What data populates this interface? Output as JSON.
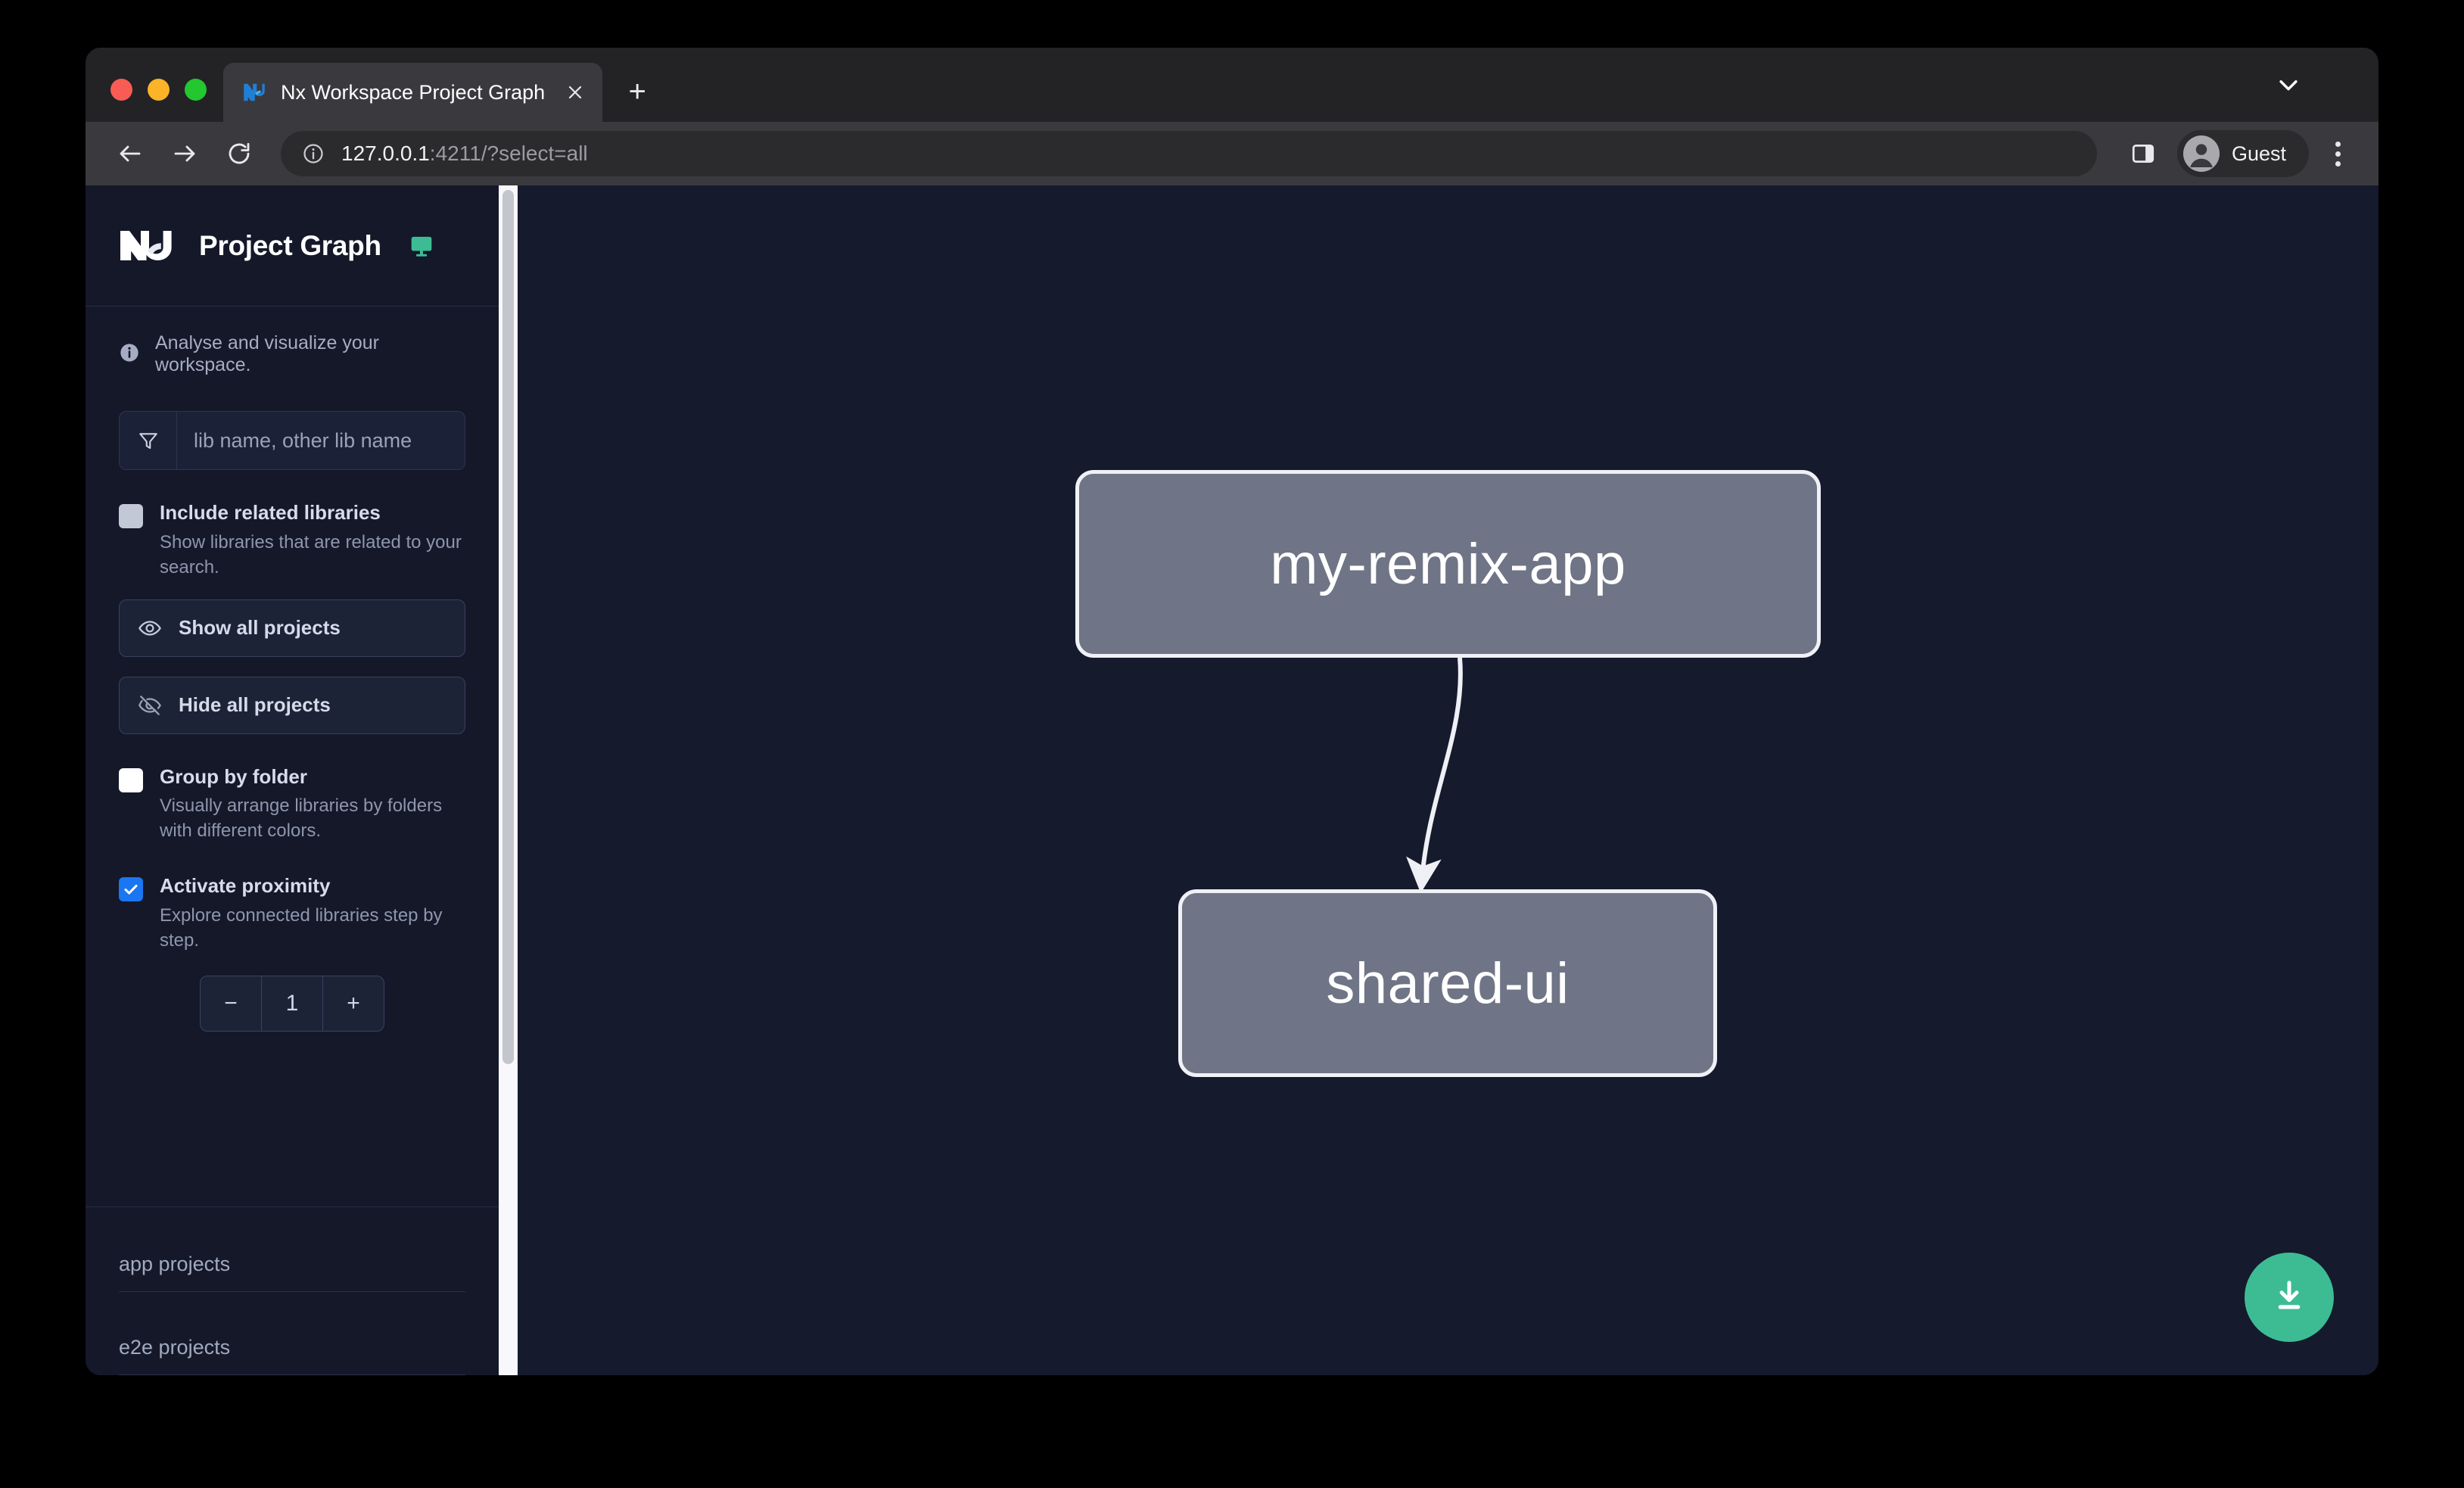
{
  "browser": {
    "tab": {
      "title": "Nx Workspace Project Graph",
      "favicon_icon": "nx-logo-icon",
      "close_icon": "close-icon"
    },
    "new_tab_label": "+",
    "tabstrip_chevron_icon": "chevron-down-icon",
    "toolbar": {
      "back_icon": "back-arrow-icon",
      "forward_icon": "forward-arrow-icon",
      "reload_icon": "reload-icon",
      "site_info_icon": "info-circle-icon",
      "url_host": "127.0.0.1",
      "url_path": ":4211/?select=all",
      "side_panel_icon": "side-panel-icon",
      "profile_name": "Guest",
      "profile_avatar_icon": "person-avatar-icon",
      "menu_icon": "kebab-menu-icon"
    }
  },
  "sidebar": {
    "logo_icon": "nx-logo-icon",
    "title": "Project Graph",
    "monitor_icon": "monitor-icon",
    "description_icon": "info-circle-icon",
    "description": "Analyse and visualize your workspace.",
    "filter": {
      "icon": "filter-funnel-icon",
      "placeholder": "lib name, other lib name",
      "value": ""
    },
    "options": [
      {
        "id": "include-related-libraries",
        "label": "Include related libraries",
        "description": "Show libraries that are related to your search.",
        "checked": false,
        "checkbox_style": "grey"
      },
      {
        "id": "group-by-folder",
        "label": "Group by folder",
        "description": "Visually arrange libraries by folders with different colors.",
        "checked": false,
        "checkbox_style": "white"
      },
      {
        "id": "activate-proximity",
        "label": "Activate proximity",
        "description": "Explore connected libraries step by step.",
        "checked": true,
        "checkbox_style": "checked"
      }
    ],
    "buttons": [
      {
        "id": "show-all-projects",
        "label": "Show all projects",
        "icon": "eye-icon"
      },
      {
        "id": "hide-all-projects",
        "label": "Hide all projects",
        "icon": "eye-slash-icon"
      }
    ],
    "stepper": {
      "decrement_label": "−",
      "value": "1",
      "increment_label": "+"
    },
    "sections": [
      {
        "id": "app-projects",
        "label": "app projects"
      },
      {
        "id": "e2e-projects",
        "label": "e2e projects"
      }
    ]
  },
  "graph": {
    "nodes": [
      {
        "id": "my-remix-app",
        "label": "my-remix-app"
      },
      {
        "id": "shared-ui",
        "label": "shared-ui"
      }
    ],
    "edges": [
      {
        "from": "my-remix-app",
        "to": "shared-ui",
        "arrow": true
      }
    ],
    "download_button": {
      "icon": "download-icon"
    }
  },
  "colors": {
    "page_background": "#151a2d",
    "sidebar_background": "#141829",
    "node_fill": "#6f7486",
    "node_border": "#f0f1f6",
    "accent_green": "#3dbc94",
    "checkbox_checked": "#1b76f2",
    "monitor_icon": "#3dbc94"
  }
}
